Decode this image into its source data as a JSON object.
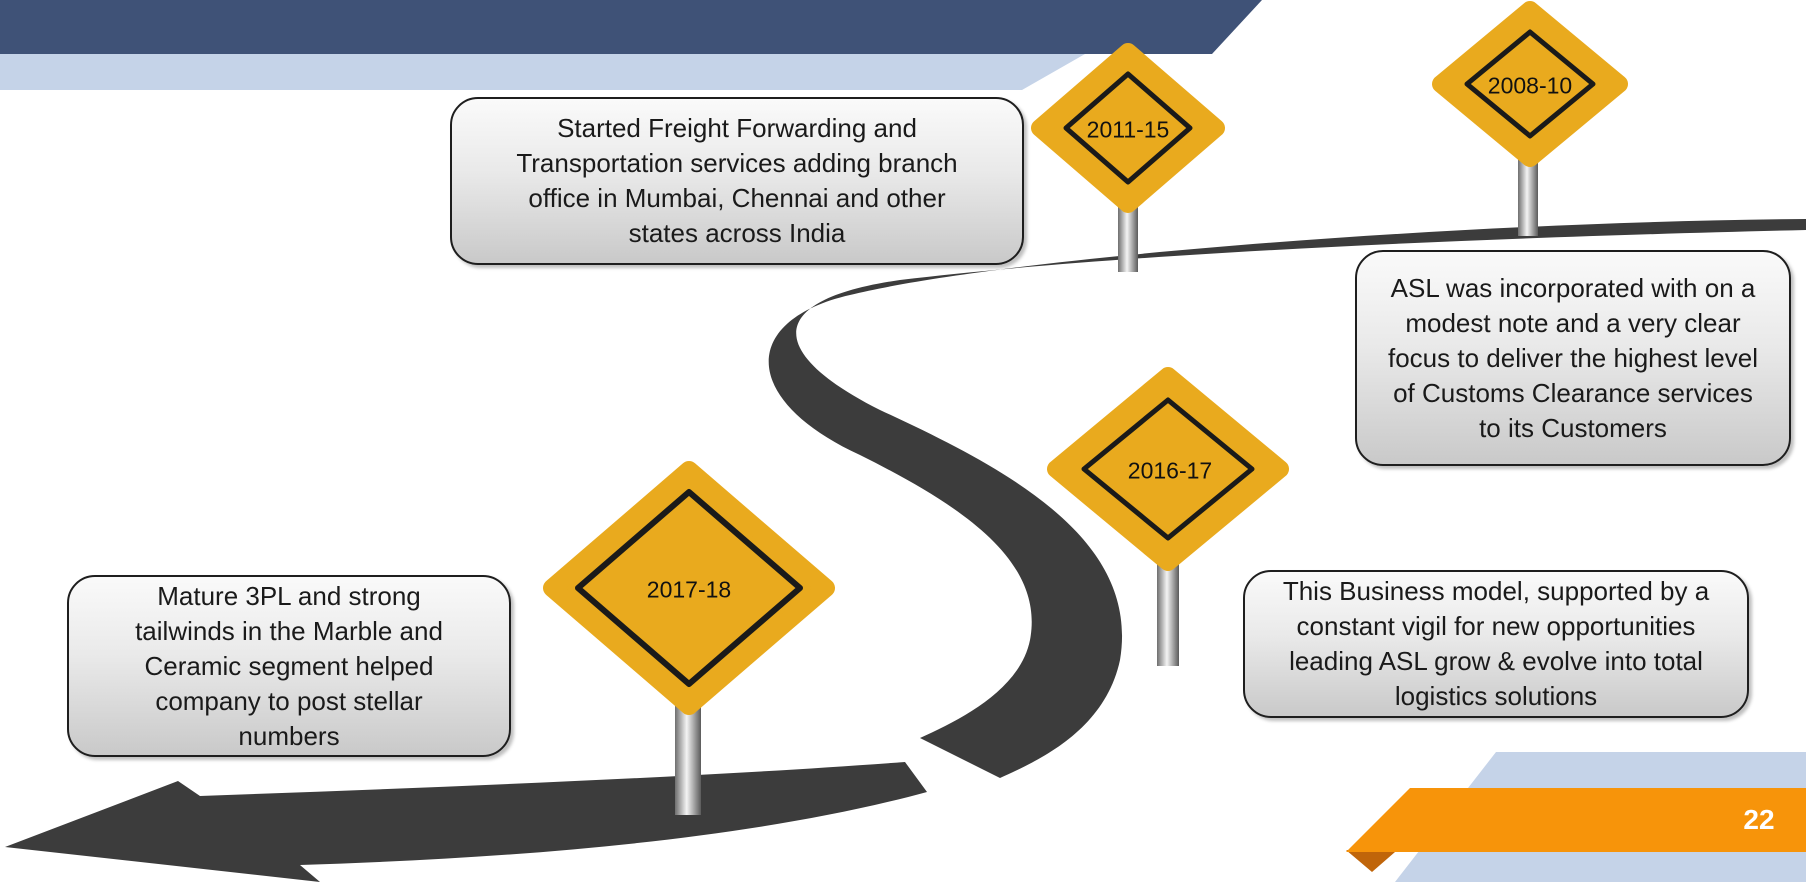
{
  "timeline": {
    "milestones": [
      {
        "year": "2008-10",
        "text": "ASL was incorporated with on a modest note and a very clear focus to deliver the highest level of Customs Clearance services to its Customers"
      },
      {
        "year": "2011-15",
        "text": "Started Freight Forwarding and Transportation services adding branch office in Mumbai, Chennai and other states across India"
      },
      {
        "year": "2016-17",
        "text": "This Business model, supported by a constant vigil for new opportunities leading ASL grow & evolve into total logistics solutions"
      },
      {
        "year": "2017-18",
        "text": "Mature 3PL and strong tailwinds in the Marble and Ceramic segment helped company to post stellar numbers"
      }
    ]
  },
  "footer": {
    "page_number": "22"
  },
  "colors": {
    "header_dark": "#3f5277",
    "header_light": "#c5d3e8",
    "sign_yellow": "#e9aa1e",
    "road": "#3c3c3c",
    "accent_orange": "#f7940a"
  }
}
